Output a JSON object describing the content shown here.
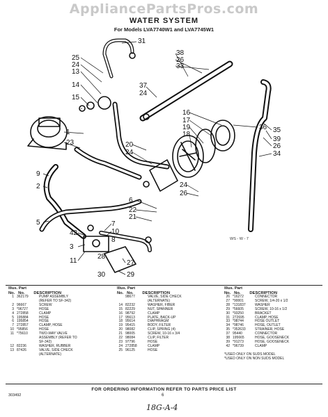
{
  "watermark": "AppliancePartsPros.com",
  "header": {
    "title": "WATER SYSTEM",
    "subtitle": "For Models LVA7740W1 and LVA7745W1"
  },
  "diagram": {
    "ws_label": "WS - W - 7",
    "callouts": [
      "31",
      "25",
      "24",
      "13",
      "14",
      "15",
      "38",
      "26",
      "33",
      "37",
      "24",
      "1",
      "23",
      "16",
      "17",
      "19",
      "18",
      "20",
      "24",
      "36",
      "35",
      "39",
      "26",
      "34",
      "9",
      "2",
      "5",
      "24",
      "26",
      "6",
      "22",
      "21",
      "7",
      "10",
      "8",
      "42",
      "3",
      "28",
      "27",
      "11",
      "30",
      "29"
    ]
  },
  "parts_table": {
    "columns": [
      {
        "header": "Illus. Part\nNo.   No.        DESCRIPTION",
        "rows": [
          {
            "n": "1",
            "p": "362179",
            "d": "PUMP ASSEMBLY"
          },
          {
            "n": "",
            "p": "",
            "d": "(REFER TO SF-342)"
          },
          {
            "n": "2",
            "p": "96667",
            "d": "SCREW"
          },
          {
            "n": "3",
            "p": "*96727",
            "d": "HOSE"
          },
          {
            "n": "4",
            "p": "272858",
            "d": "CLAMP"
          },
          {
            "n": "5",
            "p": "195884",
            "d": "HOSE"
          },
          {
            "n": "6",
            "p": "195854",
            "d": "HOSE"
          },
          {
            "n": "7",
            "p": "272857",
            "d": "CLAMP, HOSE"
          },
          {
            "n": "10",
            "p": "*95856",
            "d": "HOSE"
          },
          {
            "n": "11",
            "p": "*75610",
            "d": "TWO-WAY VALVE"
          },
          {
            "n": "",
            "p": "",
            "d": "ASSEMBLY (REFER TO"
          },
          {
            "n": "",
            "p": "",
            "d": "SF-342)"
          },
          {
            "n": "12",
            "p": "82236",
            "d": "WASHER, RUBBER"
          },
          {
            "n": "13",
            "p": "87426",
            "d": "VALVE, SIDE CHECK"
          },
          {
            "n": "",
            "p": "",
            "d": "(ALTERNATE)"
          }
        ]
      },
      {
        "header": "Illus. Part\nNo.   No.        DESCRIPTION",
        "rows": [
          {
            "n": "",
            "p": "98677",
            "d": "VALVE, SIDE CHECK"
          },
          {
            "n": "",
            "p": "",
            "d": "(ALTERNATE)"
          },
          {
            "n": "14",
            "p": "82232",
            "d": "WASHER, FIBER"
          },
          {
            "n": "15",
            "p": "82229",
            "d": "NUT, SPANNER"
          },
          {
            "n": "16",
            "p": "98792",
            "d": "CLAMP"
          },
          {
            "n": "17",
            "p": "95613",
            "d": "PLATE, BACK-UP"
          },
          {
            "n": "18",
            "p": "95614",
            "d": "DIAPHRAGM"
          },
          {
            "n": "19",
            "p": "95415",
            "d": "BODY, FILTER"
          },
          {
            "n": "20",
            "p": "98082",
            "d": "CLIP, SPRING (4)"
          },
          {
            "n": "21",
            "p": "98005",
            "d": "SCREW, 10-16 x 3/4"
          },
          {
            "n": "22",
            "p": "98084",
            "d": "CLIP, FILTER"
          },
          {
            "n": "23",
            "p": "97796",
            "d": "HOSE"
          },
          {
            "n": "24",
            "p": "272858",
            "d": "CLAMP"
          },
          {
            "n": "25",
            "p": "96125",
            "d": "HOSE"
          }
        ]
      },
      {
        "header": "Illus. Part\nNo.   No.        DESCRIPTION",
        "rows": [
          {
            "n": "26",
            "p": "*16272",
            "d": "CONNECTOR"
          },
          {
            "n": "27",
            "p": "*90001",
            "d": "SCREW, 1/4-20 x 1/2"
          },
          {
            "n": "28",
            "p": "*131837",
            "d": "WASHER"
          },
          {
            "n": "29",
            "p": "*56605",
            "d": "SCREW, 10-16 x 1/2"
          },
          {
            "n": "30",
            "p": "*93250",
            "d": "BRACKET"
          },
          {
            "n": "31",
            "p": "272695",
            "d": "CLAMP, HOSE"
          },
          {
            "n": "33",
            "p": "*98744",
            "d": "HOSE OUTLET"
          },
          {
            "n": "34",
            "p": "*98746",
            "d": "HOSE, OUTLET"
          },
          {
            "n": "35",
            "p": "*352633",
            "d": "STRAINER, HOSE"
          },
          {
            "n": "37",
            "p": "95440",
            "d": "CONNECTOR"
          },
          {
            "n": "38",
            "p": "195665",
            "d": "HOSE, GOOSENECK"
          },
          {
            "n": "39",
            "p": "*91273",
            "d": "HOSE, GOOSENECK"
          },
          {
            "n": "42",
            "p": "*96739",
            "d": "CLAMP"
          }
        ],
        "notes": [
          "*USED ONLY ON SUDS MODEL",
          "*USED ONLY ON NON SUDS MODEL"
        ]
      }
    ]
  },
  "footer": {
    "ordering_note": "FOR ORDERING INFORMATION REFER TO PARTS PRICE LIST",
    "doc_code": "303492",
    "page_number": "6",
    "handwritten": "18G-A-4"
  }
}
